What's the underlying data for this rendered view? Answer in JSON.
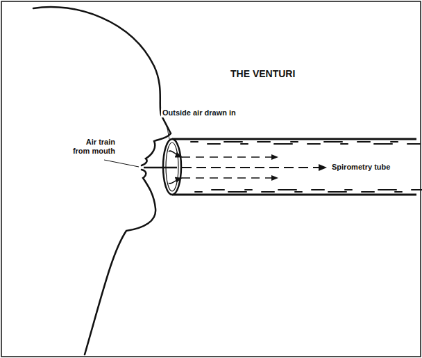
{
  "diagram": {
    "title": "THE VENTURI",
    "labels": [
      "Air train from mouth",
      "Outside air drawn in",
      "Spirometry tube"
    ]
  }
}
